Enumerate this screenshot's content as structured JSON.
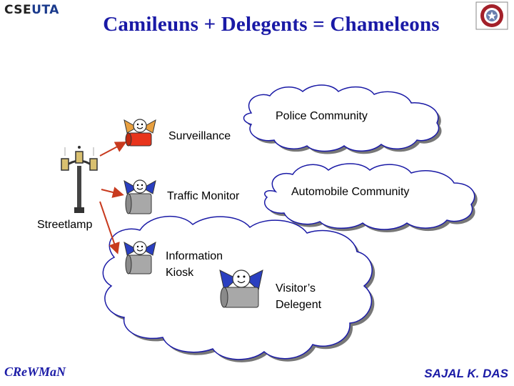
{
  "logo": {
    "text_left": "CSE",
    "text_right": "UTA"
  },
  "title": "Camileuns + Delegents = Chameleons",
  "communities": {
    "police": "Police Community",
    "automobile": "Automobile Community"
  },
  "agents": {
    "surveillance": "Surveillance",
    "traffic_monitor": "Traffic Monitor",
    "info_kiosk_line1": "Information",
    "info_kiosk_line2": "Kiosk",
    "visitor_line1": "Visitor’s",
    "visitor_line2": "Delegent"
  },
  "streetlamp": "Streetlamp",
  "footer": {
    "left": "CReWMaN",
    "right": "SAJAL K. DAS"
  },
  "colors": {
    "title": "#1a1aa6",
    "surveillance_cylinder": "#e8341c",
    "cylinder_gray": "#a8a8a8",
    "agent_orange": "#e8a040",
    "agent_blue": "#2a3fc0",
    "arrow": "#c83a1e",
    "seal_red": "#a3202a"
  },
  "icons": [
    "streetlamp-icon",
    "agent-icon",
    "university-seal-icon",
    "cloud-shape"
  ]
}
